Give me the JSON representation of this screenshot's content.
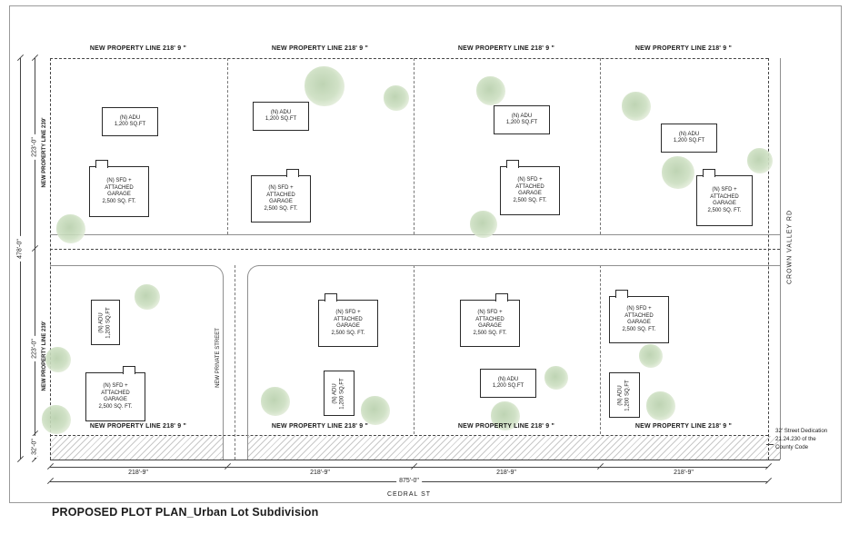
{
  "sheet": {
    "title": "PROPOSED PLOT PLAN_Urban Lot Subdivision"
  },
  "streets": {
    "cedral": "CEDRAL ST",
    "crown_valley": "CROWN VALLEY RD",
    "private": "NEW PRIVATE STREET"
  },
  "property_lines": {
    "top": [
      "NEW PROPERTY LINE 218' 9 \"",
      "NEW PROPERTY LINE 218' 9 \"",
      "NEW PROPERTY LINE 218' 9 \"",
      "NEW PROPERTY LINE 218' 9 \""
    ],
    "bottom": [
      "NEW PROPERTY LINE 218' 9 \"",
      "NEW PROPERTY LINE 218' 9 \"",
      "NEW PROPERTY LINE 218' 9 \"",
      "NEW PROPERTY LINE 218' 9 \""
    ],
    "left_top": "NEW PROPERTY LINE 239'",
    "left_bottom": "NEW PROPERTY LINE 239'"
  },
  "dimensions": {
    "left_top": "223'-0\"",
    "left_overall": "478'-0\"",
    "left_bottom": "223'-0\"",
    "dedication": "32'-0\"",
    "bottom_segments": [
      "218'-9\"",
      "218'-9\"",
      "218'-9\"",
      "218'-9\""
    ],
    "bottom_overall": "875'-0\""
  },
  "note": {
    "line1": "32' Street Dedication",
    "line2": "21.24.230 of the",
    "line3": "County Code"
  },
  "building_labels": {
    "adu_l1": "(N) ADU",
    "adu_l2": "1,200 SQ.FT",
    "sfd_l1": "(N) SFD +",
    "sfd_l2": "ATTACHED",
    "sfd_l3": "GARAGE",
    "sfd_l4": "2,500 SQ. FT."
  }
}
